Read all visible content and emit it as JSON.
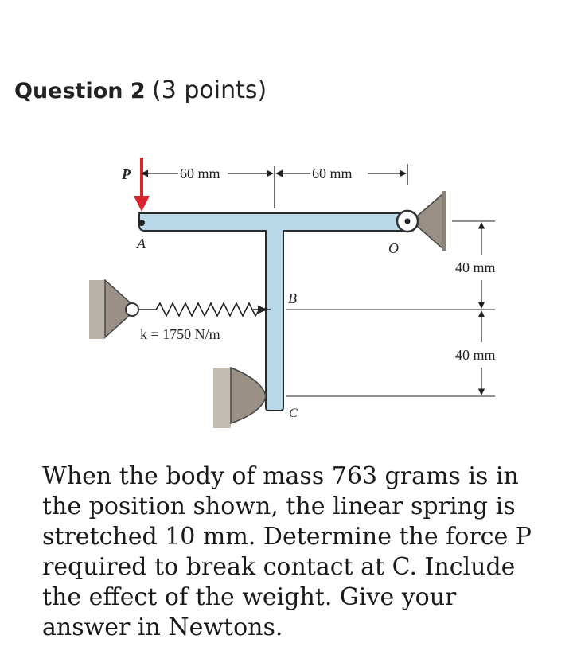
{
  "question": {
    "title": "Question 2",
    "points": "(3 points)"
  },
  "figure": {
    "labels": {
      "P": "P",
      "A": "A",
      "B": "B",
      "C": "C",
      "O": "O"
    },
    "dims": {
      "left_horizontal": "60 mm",
      "right_horizontal": "60 mm",
      "upper_vertical": "40 mm",
      "lower_vertical": "40 mm"
    },
    "spring_label": "k = 1750 N/m",
    "colors": {
      "body_fill": "#b9d8ea",
      "body_stroke": "#2b2b2b",
      "force_arrow": "#d9232e",
      "support": "#9a9086"
    }
  },
  "problem_text": "When the body of mass 763 grams is in the position shown, the linear spring is stretched 10 mm. Determine the force P required to break contact at C. Include the effect of the weight. Give your answer in Newtons."
}
